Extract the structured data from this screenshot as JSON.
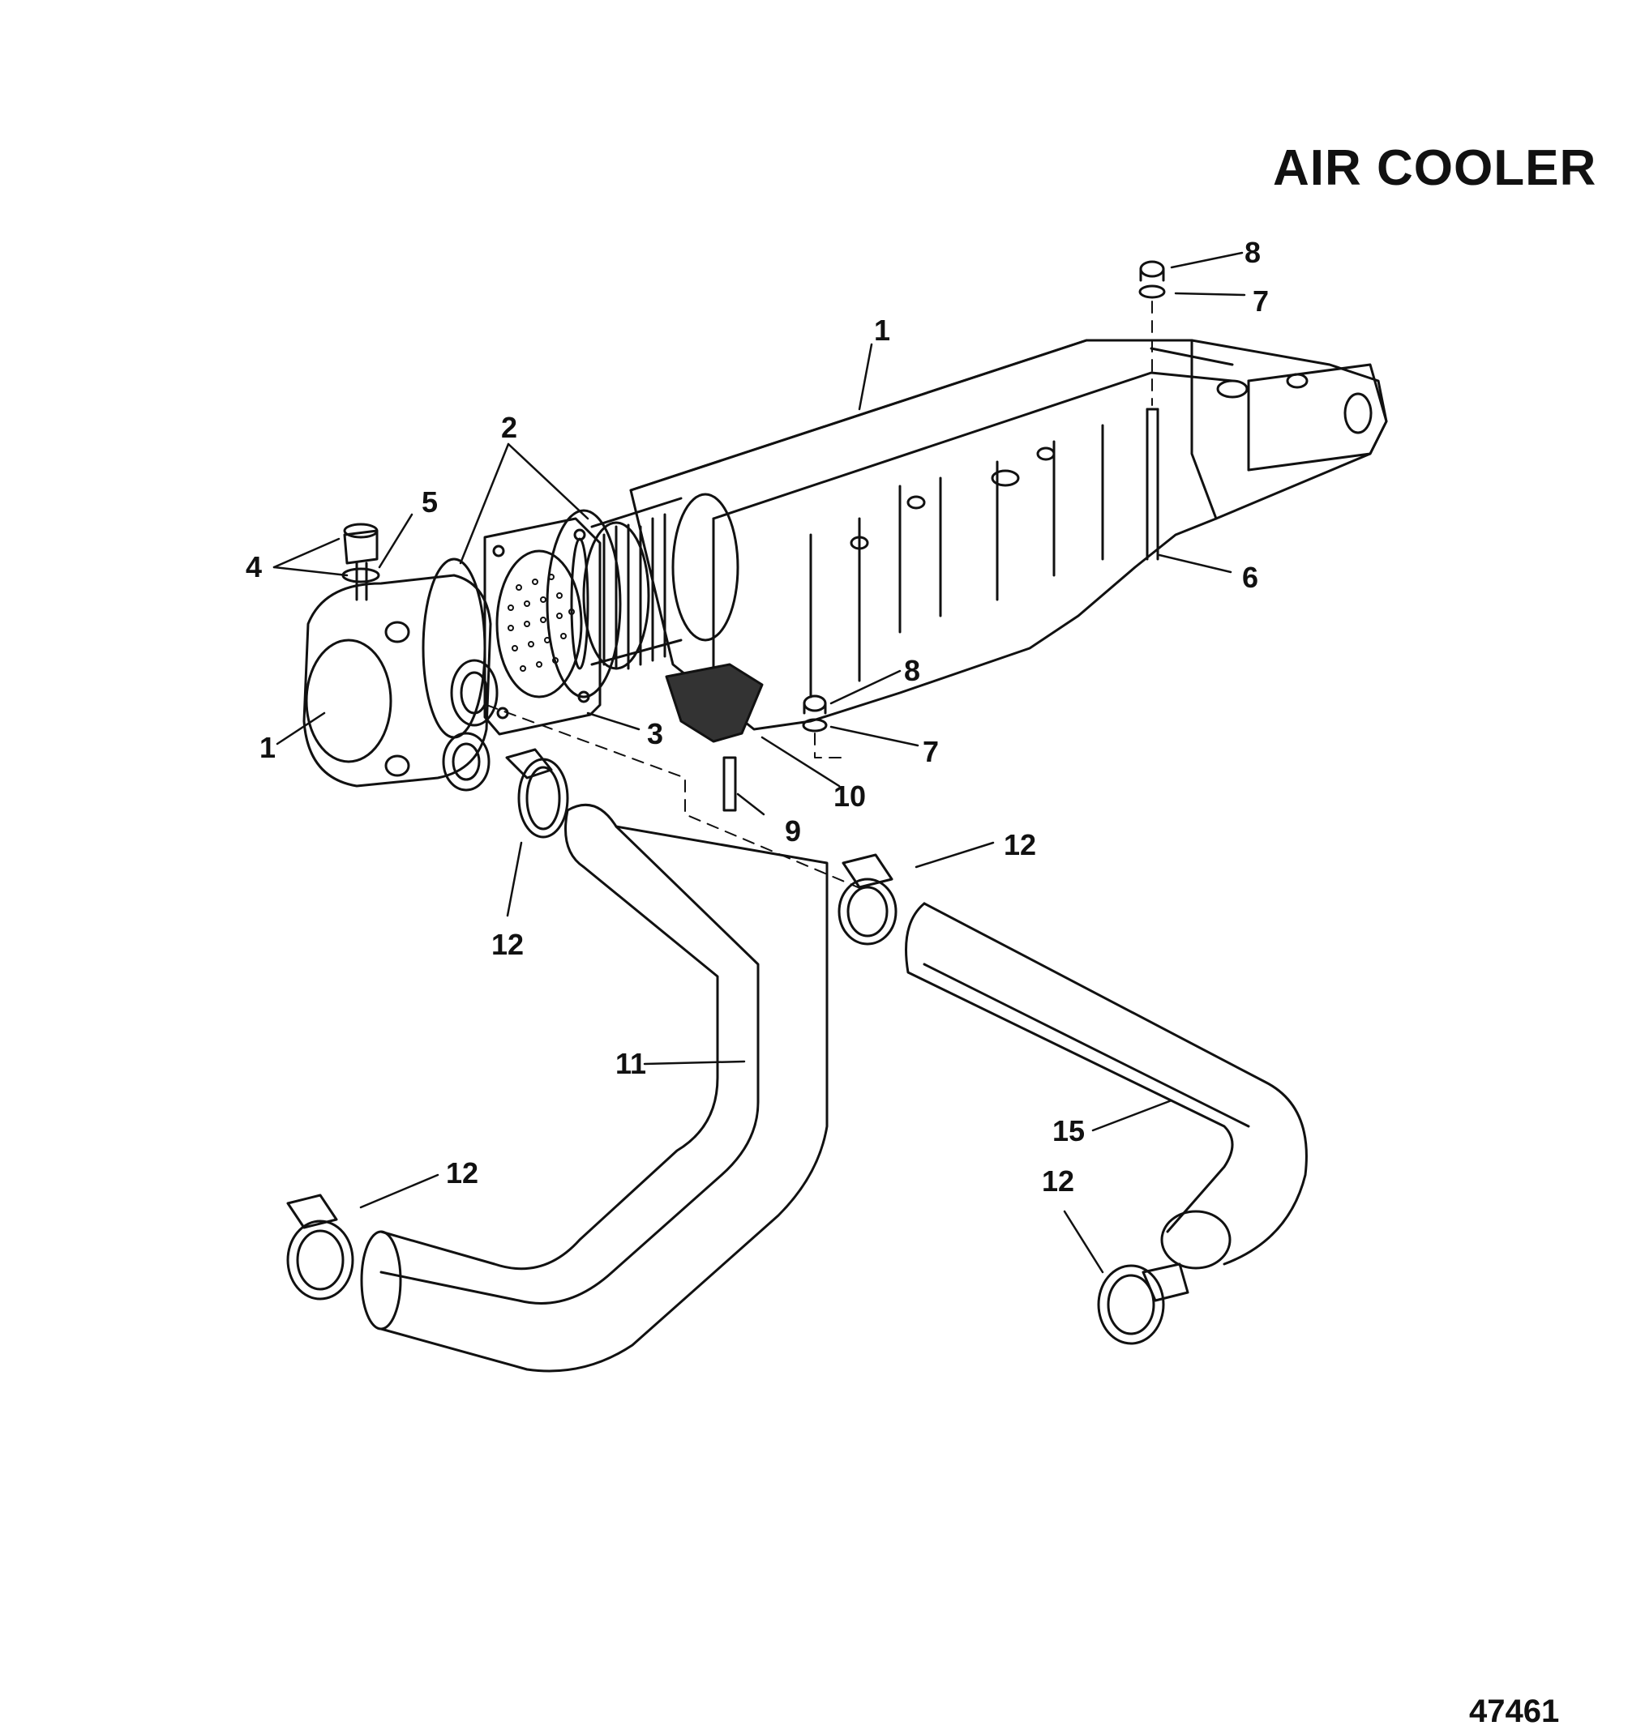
{
  "title": "AIR COOLER",
  "figure_number": "47461",
  "callouts": [
    {
      "id": "c8a",
      "label": "8"
    },
    {
      "id": "c7a",
      "label": "7"
    },
    {
      "id": "c1a",
      "label": "1"
    },
    {
      "id": "c2",
      "label": "2"
    },
    {
      "id": "c5",
      "label": "5"
    },
    {
      "id": "c4",
      "label": "4"
    },
    {
      "id": "c6",
      "label": "6"
    },
    {
      "id": "c1b",
      "label": "1"
    },
    {
      "id": "c3",
      "label": "3"
    },
    {
      "id": "c8b",
      "label": "8"
    },
    {
      "id": "c7b",
      "label": "7"
    },
    {
      "id": "c10",
      "label": "10"
    },
    {
      "id": "c9",
      "label": "9"
    },
    {
      "id": "c12a",
      "label": "12"
    },
    {
      "id": "c12b",
      "label": "12"
    },
    {
      "id": "c11",
      "label": "11"
    },
    {
      "id": "c15",
      "label": "15"
    },
    {
      "id": "c12c",
      "label": "12"
    },
    {
      "id": "c12d",
      "label": "12"
    }
  ],
  "colors": {
    "line": "#111111",
    "background": "#ffffff"
  }
}
